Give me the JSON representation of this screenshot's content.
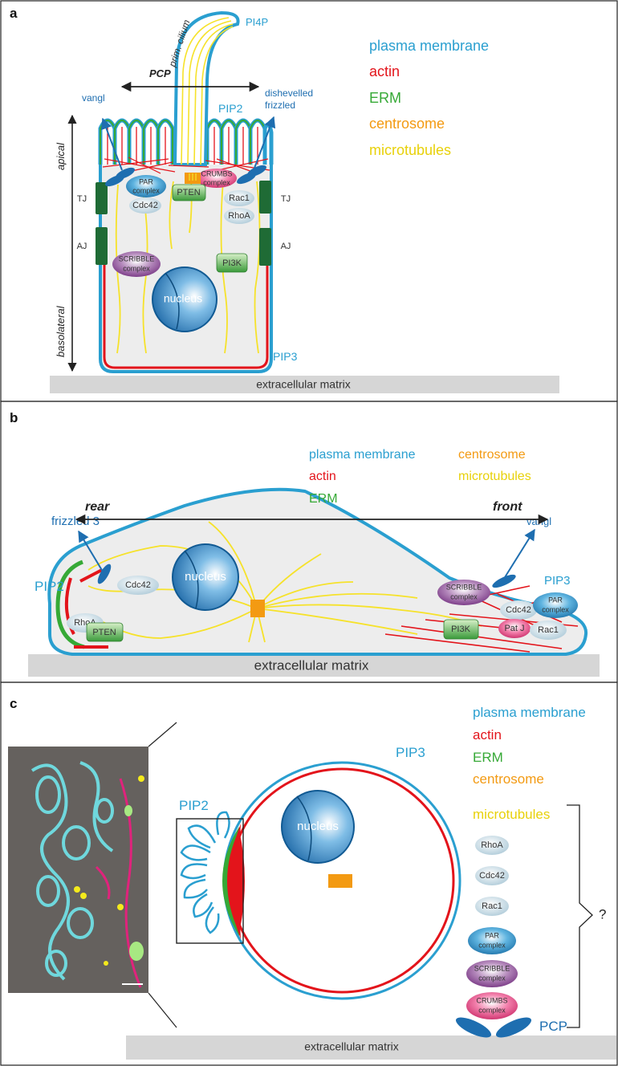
{
  "colors": {
    "membrane": "#2a9fd0",
    "actin": "#e3141b",
    "erm": "#36a936",
    "centrosome": "#f39a12",
    "microtubules": "#f6e22a",
    "cytoplasm": "#ededed",
    "ecm": "#d6d6d6",
    "tj": "#1f6b35",
    "pcp": "#1e6eb0",
    "par": "#1f8dc4",
    "scribble": "#8a3b94",
    "crumbs": "#e63a7f",
    "pten": "#3aa43a",
    "small_gtpase": "#c8dce6"
  },
  "panel_a": {
    "letter": "a",
    "legend": [
      "plasma membrane",
      "actin",
      "ERM",
      "centrosome",
      "microtubules"
    ],
    "cilium": "prim. cilium",
    "pi4p": "PI4P",
    "pcp": "PCP",
    "vangl": "vangl",
    "dishevelled": "dishevelled",
    "frizzled": "frizzled",
    "pip2": "PIP2",
    "pip3": "PIP3",
    "apical": "apical",
    "basolateral": "basolateral",
    "tj": "TJ",
    "aj": "AJ",
    "par_1": "PAR",
    "par_2": "complex",
    "crumbs_1": "CRUMBS",
    "crumbs_2": "complex",
    "cdc42": "Cdc42",
    "pten": "PTEN",
    "rac1": "Rac1",
    "rhoa": "RhoA",
    "scribble_1": "SCRIBBLE",
    "scribble_2": "complex",
    "pi3k": "PI3K",
    "nucleus": "nucleus",
    "ecm": "extracellular matrix"
  },
  "panel_b": {
    "letter": "b",
    "legend_left": [
      "plasma membrane",
      "actin",
      "ERM"
    ],
    "legend_right": [
      "centrosome",
      "microtubules"
    ],
    "rear": "rear",
    "front": "front",
    "frizzled3": "frizzled 3",
    "vangl": "vangl",
    "pip2": "PIP2",
    "pip3": "PIP3",
    "cdc42_rear": "Cdc42",
    "rhoa": "RhoA",
    "pten": "PTEN",
    "nucleus": "nucleus",
    "scribble_1": "SCRIBBLE",
    "scribble_2": "complex",
    "cdc42_front": "Cdc42",
    "par_1": "PAR",
    "par_2": "complex",
    "pi3k": "PI3K",
    "patj": "Pat J",
    "rac1": "Rac1",
    "ecm": "extracellular matrix"
  },
  "panel_c": {
    "letter": "c",
    "legend": [
      "plasma membrane",
      "actin",
      "ERM",
      "centrosome"
    ],
    "microtubules": "microtubules",
    "pip3": "PIP3",
    "pip2": "PIP2",
    "nucleus": "nucleus",
    "rhoa": "RhoA",
    "cdc42": "Cdc42",
    "rac1": "Rac1",
    "par_1": "PAR",
    "par_2": "complex",
    "scribble_1": "SCRIBBLE",
    "scribble_2": "complex",
    "crumbs_1": "CRUMBS",
    "crumbs_2": "complex",
    "pcp": "PCP",
    "question": "?",
    "ecm": "extracellular matrix"
  }
}
